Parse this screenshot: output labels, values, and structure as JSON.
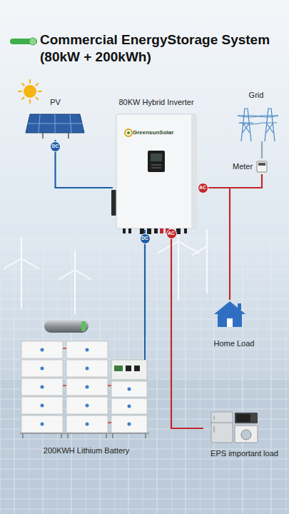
{
  "diagram": {
    "title": "Commercial EnergyStorage System (80kW + 200kWh)",
    "nodes": [
      {
        "text": [
          "PV"
        ]
      },
      {
        "text": [
          "80KW Hybrid Inverter",
          "GreensunSolar"
        ]
      },
      {
        "text": [
          "Grid"
        ]
      },
      {
        "text": [
          "Meter"
        ]
      },
      {
        "text": [
          "Home Load"
        ]
      },
      {
        "text": [
          "200KWH Lithium Battery"
        ]
      },
      {
        "text": [
          "EPS important load"
        ]
      }
    ],
    "edges": [
      {
        "from": 0,
        "to": 1,
        "label": "DC",
        "arrow": "none"
      },
      {
        "from": 1,
        "to": 3,
        "label": "AC",
        "arrow": "none"
      },
      {
        "from": 3,
        "to": 2,
        "arrow": "none"
      },
      {
        "from": 1,
        "to": 4,
        "arrow": "none"
      },
      {
        "from": 1,
        "to": 5,
        "label": "DC",
        "arrow": "none"
      },
      {
        "from": 1,
        "to": 6,
        "label": "AC",
        "arrow": "none"
      }
    ]
  }
}
